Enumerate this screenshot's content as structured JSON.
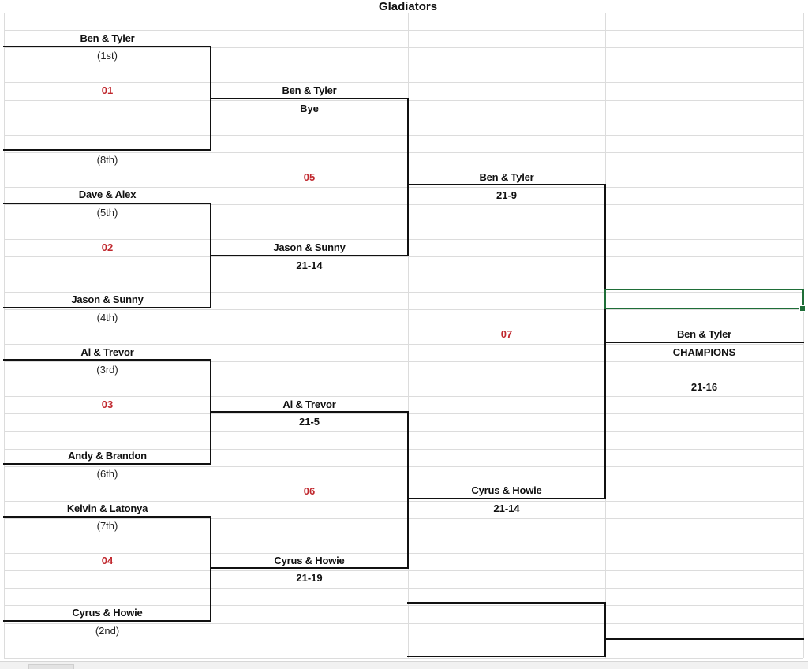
{
  "title": "Gladiators",
  "round1": [
    {
      "name": "Ben & Tyler",
      "seed": "(1st)"
    },
    {
      "name": "Dave & Alex",
      "seed": "(5th)"
    },
    {
      "name": "Jason & Sunny",
      "seed": "(4th)"
    },
    {
      "name": "Al & Trevor",
      "seed": "(3rd)"
    },
    {
      "name": "Andy & Brandon",
      "seed": "(6th)"
    },
    {
      "name": "Kelvin & Latonya",
      "seed": "(7th)"
    },
    {
      "name": "Cyrus & Howie",
      "seed": "(2nd)"
    }
  ],
  "seed_8th": "(8th)",
  "games": [
    "01",
    "02",
    "03",
    "04",
    "05",
    "06",
    "07"
  ],
  "round2": [
    {
      "name": "Ben & Tyler",
      "result": "Bye"
    },
    {
      "name": "Jason & Sunny",
      "result": "21-14"
    },
    {
      "name": "Al & Trevor",
      "result": "21-5"
    },
    {
      "name": "Cyrus & Howie",
      "result": "21-19"
    }
  ],
  "round3": [
    {
      "name": "Ben & Tyler",
      "result": "21-9"
    },
    {
      "name": "Cyrus & Howie",
      "result": "21-14"
    }
  ],
  "final": {
    "name": "Ben & Tyler",
    "label": "CHAMPIONS",
    "score": "21-16"
  }
}
